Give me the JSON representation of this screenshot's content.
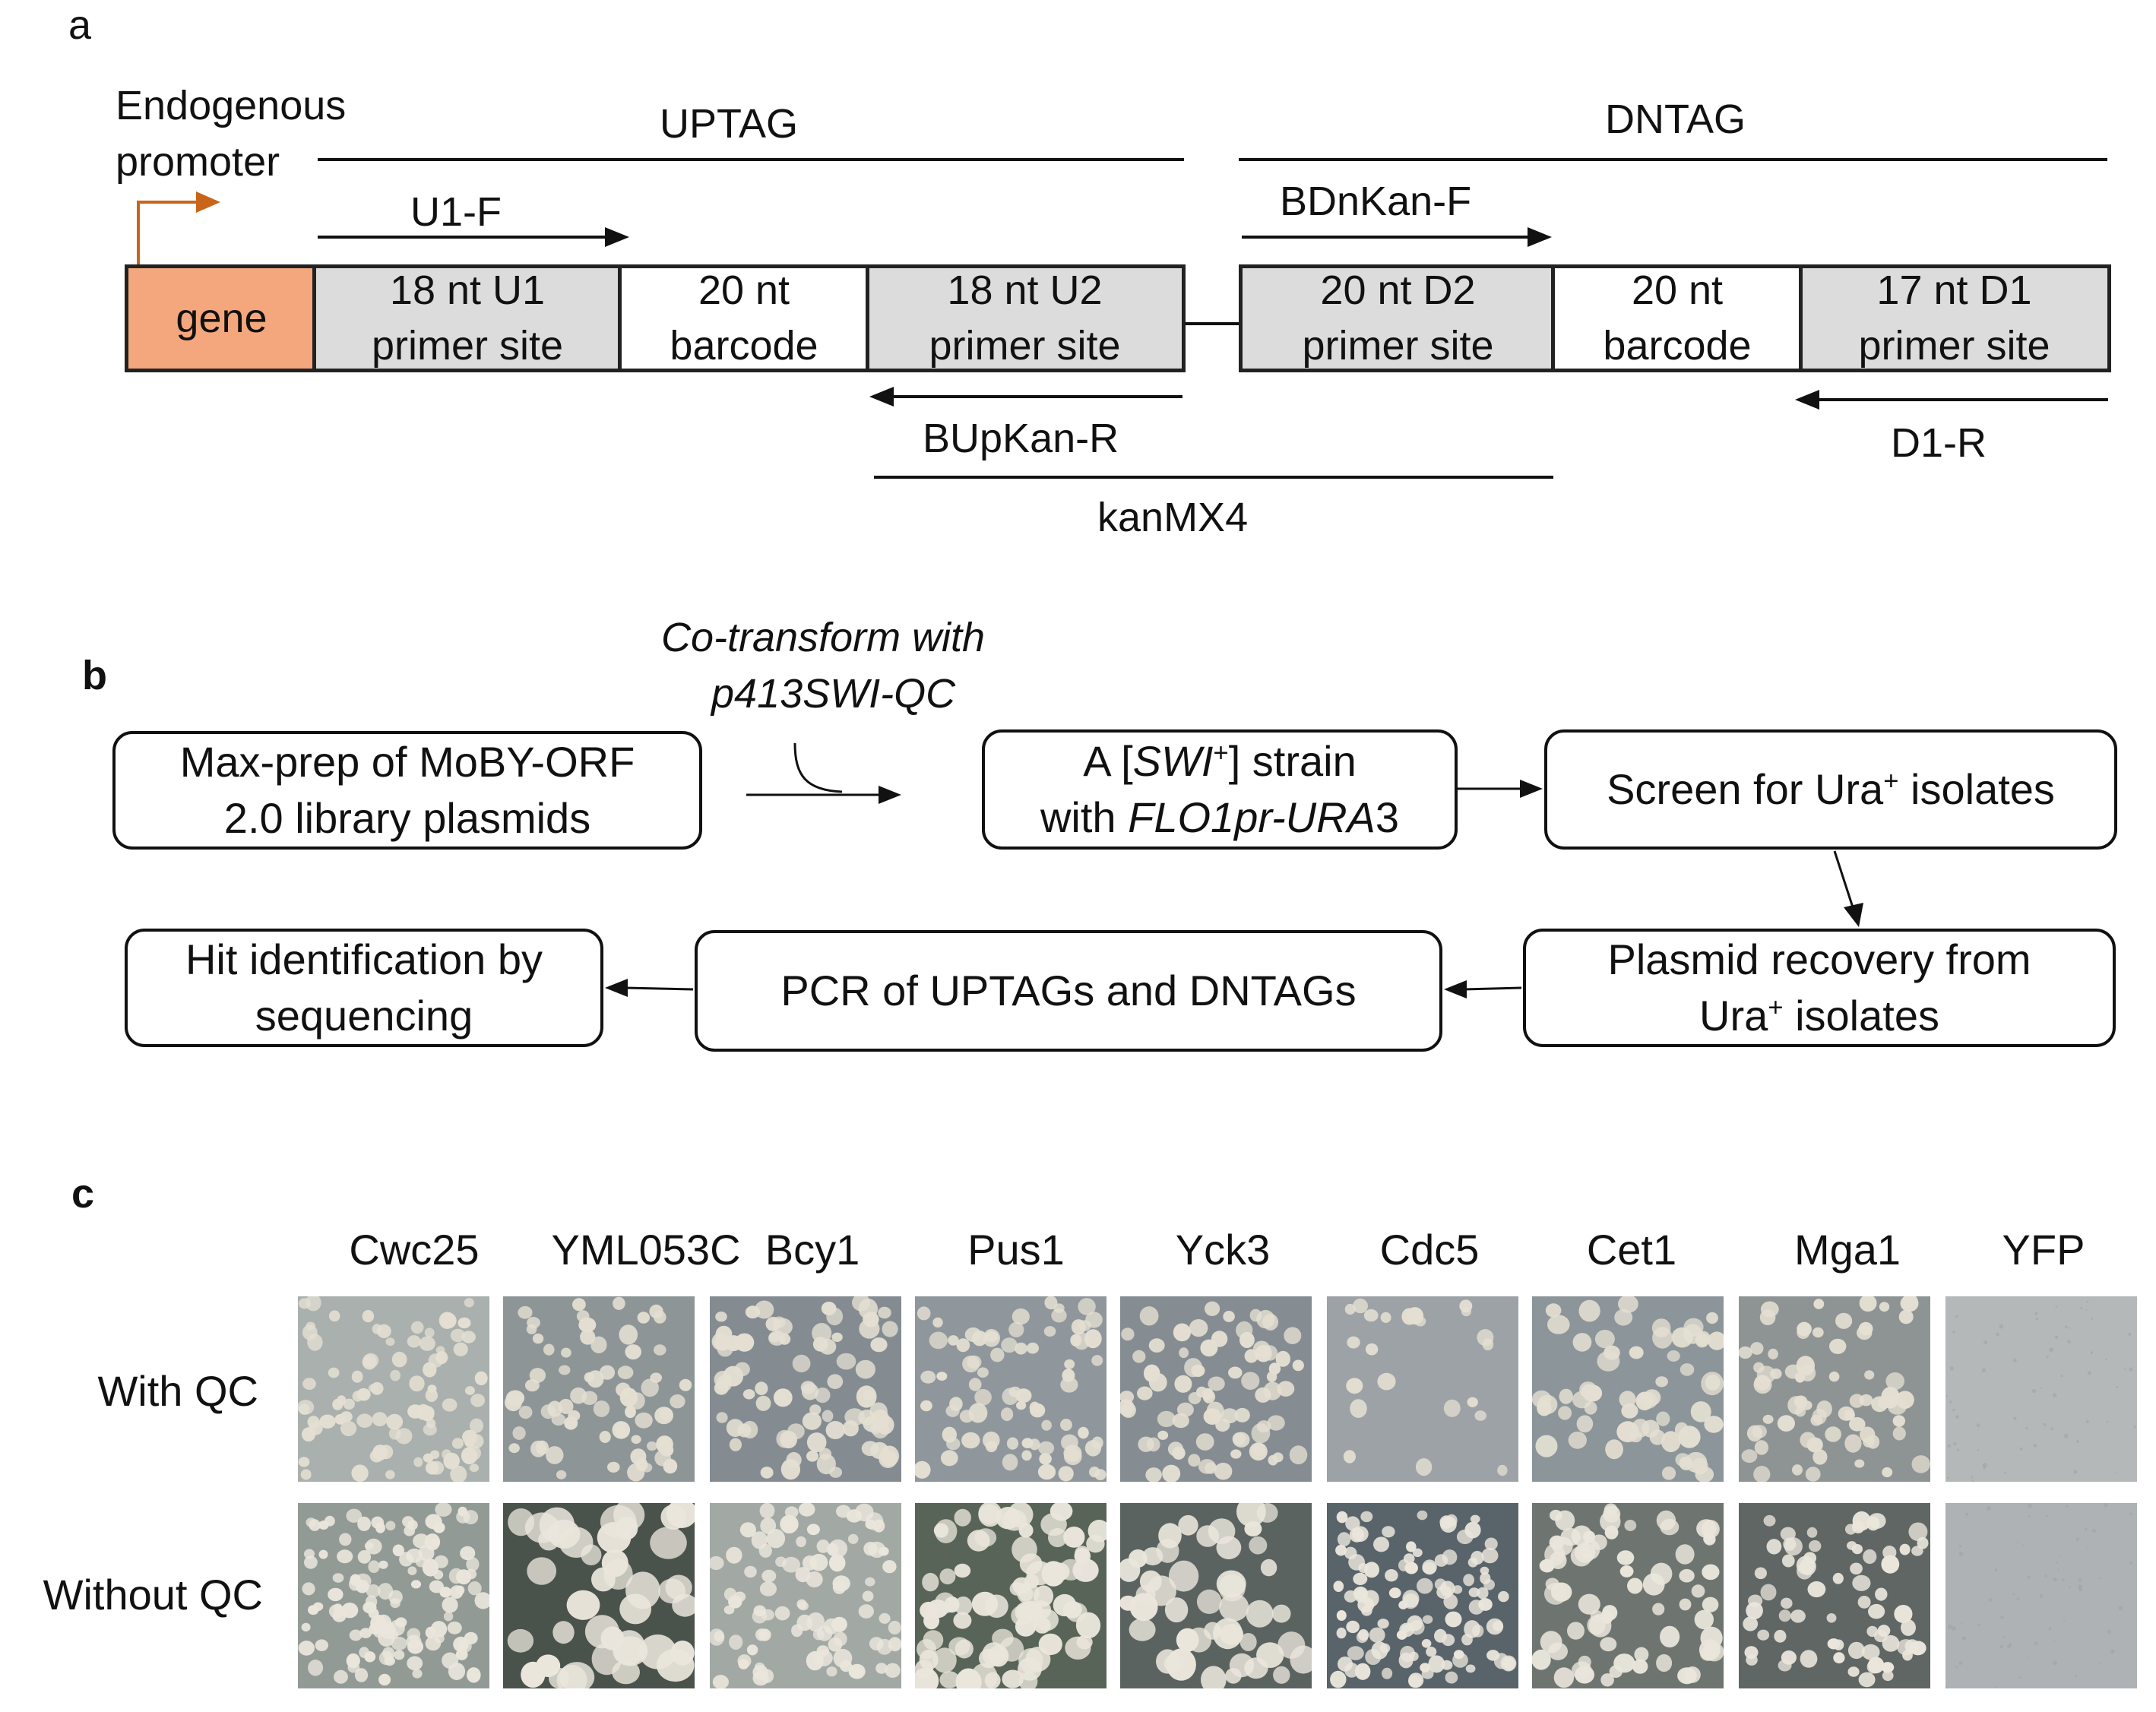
{
  "panel_a": {
    "letter": "a",
    "promoter_label_1": "Endogenous",
    "promoter_label_2": "promoter",
    "uptag_label": "UPTAG",
    "dntag_label": "DNTAG",
    "primers": {
      "u1f": "U1-F",
      "bdnkan_f": "BDnKan-F",
      "bupkan_r": "BUpKan-R",
      "d1r": "D1-R"
    },
    "kanmx4_label": "kanMX4",
    "segments": [
      {
        "line1": "gene",
        "line2": "",
        "fill": "#f4a77c"
      },
      {
        "line1": "18 nt U1",
        "line2": "primer site",
        "fill": "#dcdcdc"
      },
      {
        "line1": "20 nt",
        "line2": "barcode",
        "fill": "#ffffff"
      },
      {
        "line1": "18 nt U2",
        "line2": "primer site",
        "fill": "#dcdcdc"
      },
      {
        "line1": "20 nt D2",
        "line2": "primer site",
        "fill": "#dcdcdc"
      },
      {
        "line1": "20 nt",
        "line2": "barcode",
        "fill": "#ffffff"
      },
      {
        "line1": "17 nt D1",
        "line2": "primer site",
        "fill": "#dcdcdc"
      }
    ],
    "promoter_arrow_color": "#c8651b"
  },
  "panel_b": {
    "letter": "b",
    "cotransform_1": "Co-transform with",
    "cotransform_2": "p413SWI-QC",
    "box1_line1": "Max-prep of MoBY-ORF",
    "box1_line2": "2.0 library plasmids",
    "box2_line1_pre": "A [",
    "box2_line1_italic": "SWI",
    "box2_line1_sup": "+",
    "box2_line1_post": "] strain",
    "box2_line2_pre": "with ",
    "box2_line2_italic": "FLO1pr-URA",
    "box2_line2_post": "3",
    "box3_pre": "Screen for Ura",
    "box3_sup": "+",
    "box3_post": " isolates",
    "box4_line1": "Plasmid recovery from",
    "box4_line2_pre": "Ura",
    "box4_line2_sup": "+",
    "box4_line2_post": " isolates",
    "box5": "PCR of UPTAGs and DNTAGs",
    "box6_line1": "Hit identification by",
    "box6_line2": "sequencing"
  },
  "panel_c": {
    "letter": "c",
    "columns": [
      "Cwc25",
      "YML053C",
      "Bcy1",
      "Pus1",
      "Yck3",
      "Cdc5",
      "Cet1",
      "Mga1",
      "YFP"
    ],
    "rows": [
      "With QC",
      "Without QC"
    ]
  }
}
